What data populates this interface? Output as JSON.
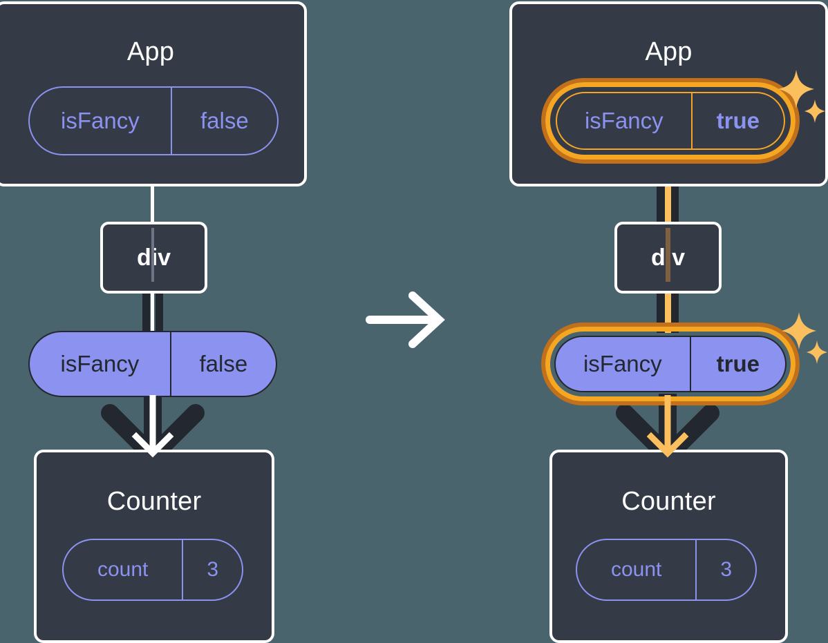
{
  "diagram": {
    "title_semantic": "react-state-lifted-up-rerender-diagram",
    "transition_icon": "right-arrow-icon",
    "colors": {
      "background": "#4a646d",
      "box_fill": "#343a46",
      "box_border": "#ffffff",
      "purple": "#8b92f0",
      "dark_line": "#23272f",
      "highlight_outer": "#c2701a",
      "highlight_inner": "#f5a623",
      "sparkle": "#fbbf5e",
      "orange_line": "#fbbf5e"
    }
  },
  "left": {
    "app": {
      "title": "App",
      "state_pill": {
        "key": "isFancy",
        "value": "false",
        "highlighted": false
      }
    },
    "div": {
      "label": "div"
    },
    "props_pill": {
      "key": "isFancy",
      "value": "false",
      "highlighted": false
    },
    "counter": {
      "title": "Counter",
      "state_pill": {
        "key": "count",
        "value": "3",
        "highlighted": false
      }
    }
  },
  "right": {
    "app": {
      "title": "App",
      "state_pill": {
        "key": "isFancy",
        "value": "true",
        "highlighted": true
      }
    },
    "div": {
      "label": "div"
    },
    "props_pill": {
      "key": "isFancy",
      "value": "true",
      "highlighted": true
    },
    "counter": {
      "title": "Counter",
      "state_pill": {
        "key": "count",
        "value": "3",
        "highlighted": false
      }
    }
  }
}
